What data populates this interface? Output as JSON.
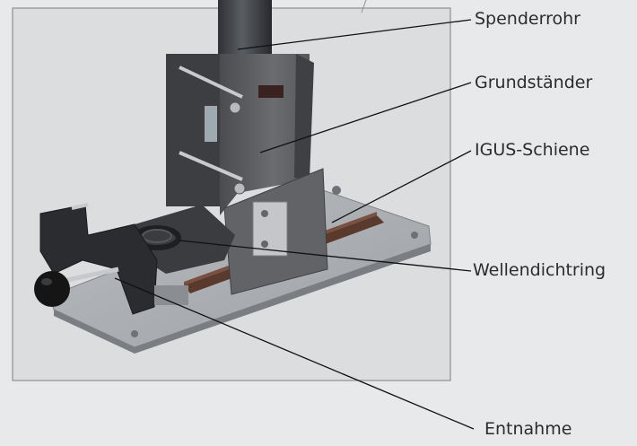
{
  "figure": {
    "callouts": [
      {
        "id": "spenderrohr",
        "label": "Spenderrohr"
      },
      {
        "id": "grundstaender",
        "label": "Grundständer"
      },
      {
        "id": "igus-schiene",
        "label": "IGUS-Schiene"
      },
      {
        "id": "wellendichtring",
        "label": "Wellendichtring"
      },
      {
        "id": "entnahme",
        "label": "Entnahme"
      }
    ]
  }
}
